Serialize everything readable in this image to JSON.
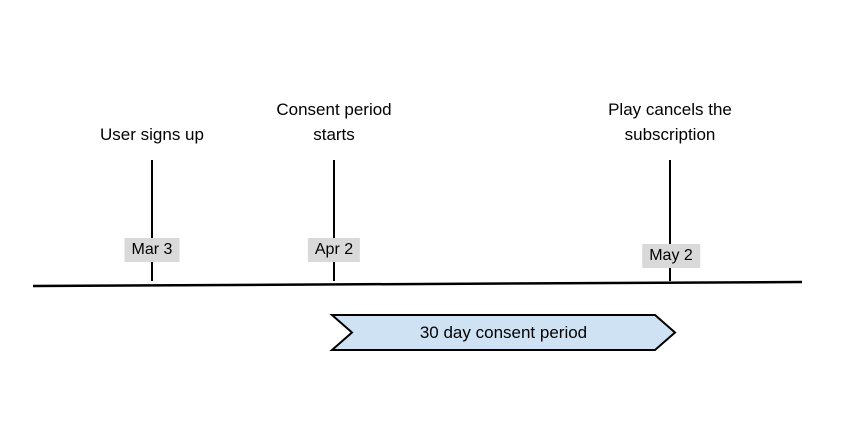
{
  "diagram": {
    "events": [
      {
        "label": "User signs up",
        "date": "Mar 3"
      },
      {
        "label": "Consent period starts",
        "date": "Apr 2"
      },
      {
        "label": "Play cancels the subscription",
        "date": "May 2"
      }
    ],
    "banner": {
      "label": "30 day consent period"
    },
    "colors": {
      "background": "#ffffff",
      "line": "#000000",
      "text": "#000000",
      "date_chip_bg": "#d9d9d9",
      "banner_fill": "#cfe2f3",
      "banner_border": "#000000"
    }
  }
}
